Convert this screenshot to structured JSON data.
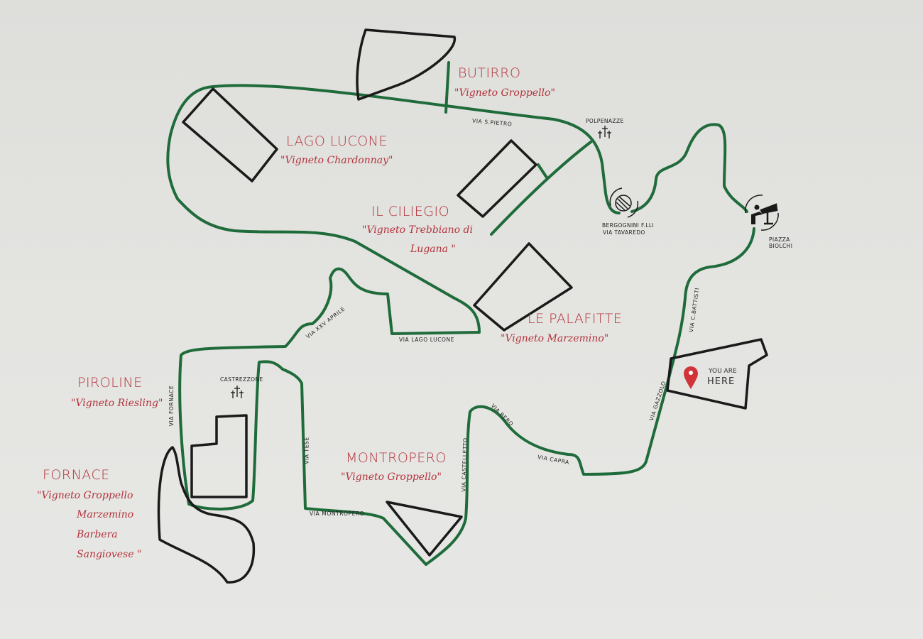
{
  "colors": {
    "road": "#1f6b3a",
    "vineyard_outline": "#1a1a1a",
    "label": "#b4343c",
    "pin": "#d13438"
  },
  "vineyards": [
    {
      "name": "BUTIRRO",
      "variety": "\"Vigneto Groppello\""
    },
    {
      "name": "LAGO LUCONE",
      "variety": "\"Vigneto Chardonnay\""
    },
    {
      "name": "IL CILIEGIO",
      "variety": "\"Vigneto Trebbiano di",
      "variety_2": "Lugana \""
    },
    {
      "name": "LE PALAFITTE",
      "variety": "\"Vigneto Marzemino\""
    },
    {
      "name": "PIROLINE",
      "variety": "\"Vigneto Riesling\""
    },
    {
      "name": "FORNACE",
      "variety": "\"Vigneto Groppello",
      "variety_2": "Marzemino",
      "variety_3": "Barbera",
      "variety_4": "Sangiovese \""
    },
    {
      "name": "MONTROPERO",
      "variety": "\"Vigneto Groppello\""
    }
  ],
  "roads": [
    "VIA S.PIETRO",
    "VIA XXV APRILE",
    "VIA LAGO LUCONE",
    "VIA FORNACE",
    "VIA TESE",
    "VIA MONTROPERO",
    "VIA CASTELLETTO",
    "VIA RERO",
    "VIA CAPRA",
    "VIA GAZZOLO",
    "VIA C.BATTISTI"
  ],
  "pois": {
    "polpenazze": "POLPENAZZE",
    "castrezzone": "CASTREZZONE",
    "bergognini_1": "BERGOGNINI F.LLI",
    "bergognini_2": "VIA TAVAREDO",
    "piazza_1": "PIAZZA",
    "piazza_2": "BIOLCHI"
  },
  "you_are_here": {
    "line1": "YOU ARE",
    "line2": "HERE"
  }
}
